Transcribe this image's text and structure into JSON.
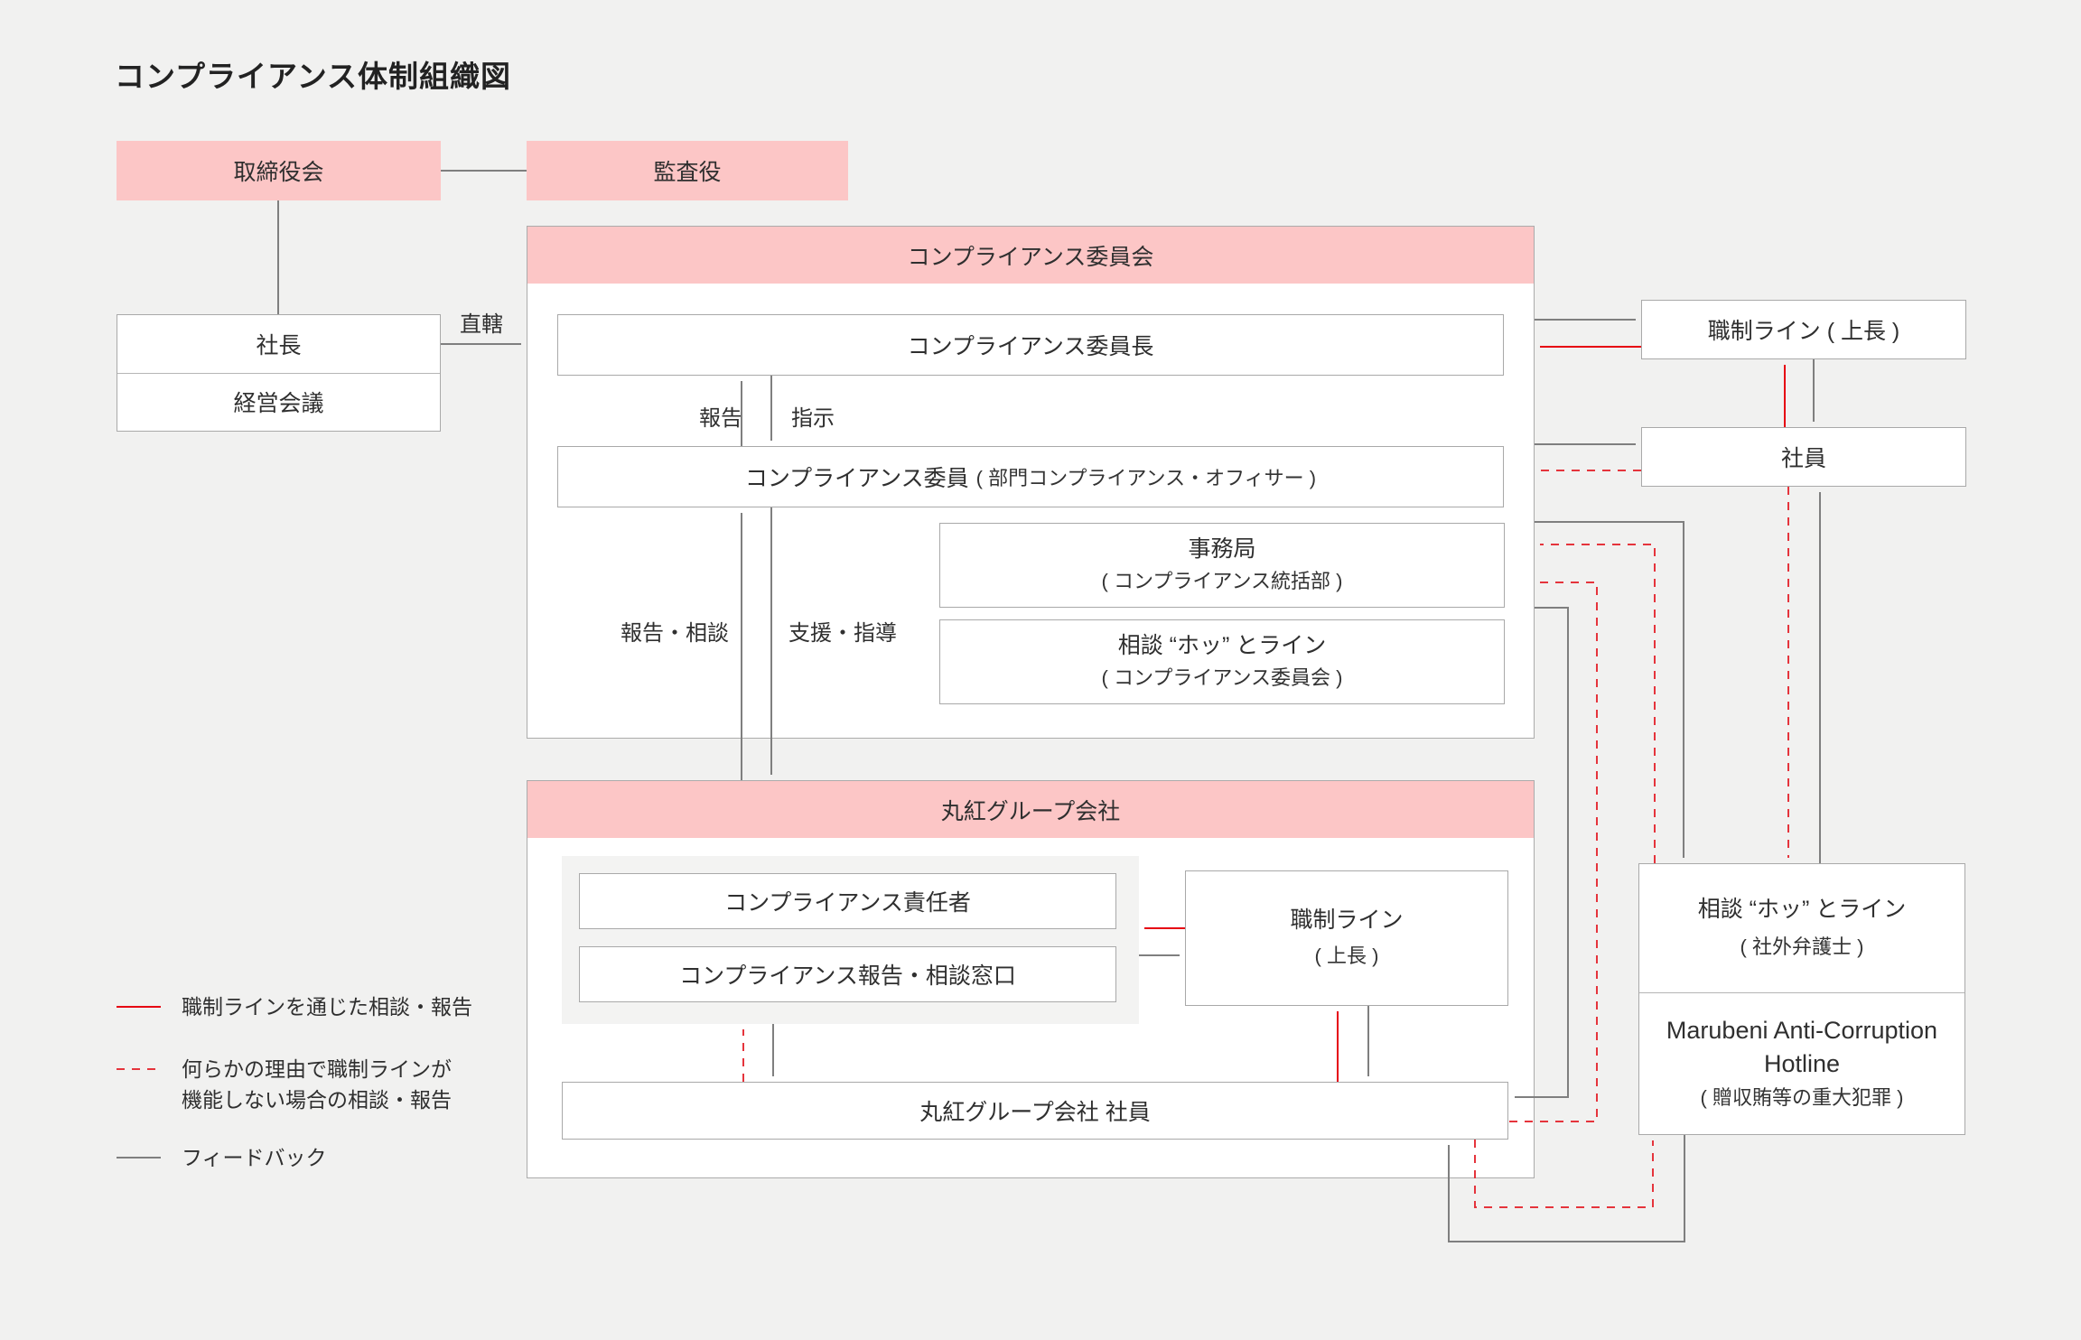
{
  "title": "コンプライアンス体制組織図",
  "colors": {
    "background": "#f1f1f0",
    "accent_pink": "#fcc6c6",
    "red_solid": "#e60012",
    "red_dashed": "#e5343c",
    "gray_line": "#7f7f7f"
  },
  "top": {
    "board": "取締役会",
    "auditors": "監査役",
    "president": "社長",
    "management_meeting": "経営会議",
    "direct": "直轄"
  },
  "committee": {
    "header": "コンプライアンス委員会",
    "chairman": "コンプライアンス委員長",
    "report": "報告",
    "instruct": "指示",
    "members_main": "コンプライアンス委員",
    "members_sub": "( 部門コンプライアンス・オフィサー )",
    "secretariat_main": "事務局",
    "secretariat_sub": "( コンプライアンス統括部 )",
    "hotline_main": "相談 “ホッ” とライン",
    "hotline_sub": "( コンプライアンス委員会 )",
    "report_consult": "報告・相談",
    "support_guide": "支援・指導"
  },
  "group": {
    "header": "丸紅グループ会社",
    "officer": "コンプライアンス責任者",
    "contact": "コンプライアンス報告・相談窓口",
    "line_main": "職制ライン",
    "line_sub": "( 上長 )",
    "employees": "丸紅グループ会社 社員"
  },
  "right": {
    "line_managers": "職制ライン ( 上長 )",
    "employees": "社員",
    "external_hotline_main": "相談 “ホッ” とライン",
    "external_hotline_sub": "( 社外弁護士 )",
    "mach_line1": "Marubeni Anti-Corruption",
    "mach_line2": "Hotline",
    "mach_sub": "( 贈収賄等の重大犯罪 )"
  },
  "legend": [
    {
      "style": "red-solid",
      "label": "職制ラインを通じた相談・報告"
    },
    {
      "style": "red-dashed",
      "label": "何らかの理由で職制ラインが",
      "label2": "機能しない場合の相談・報告"
    },
    {
      "style": "gray-solid",
      "label": "フィードバック"
    }
  ]
}
